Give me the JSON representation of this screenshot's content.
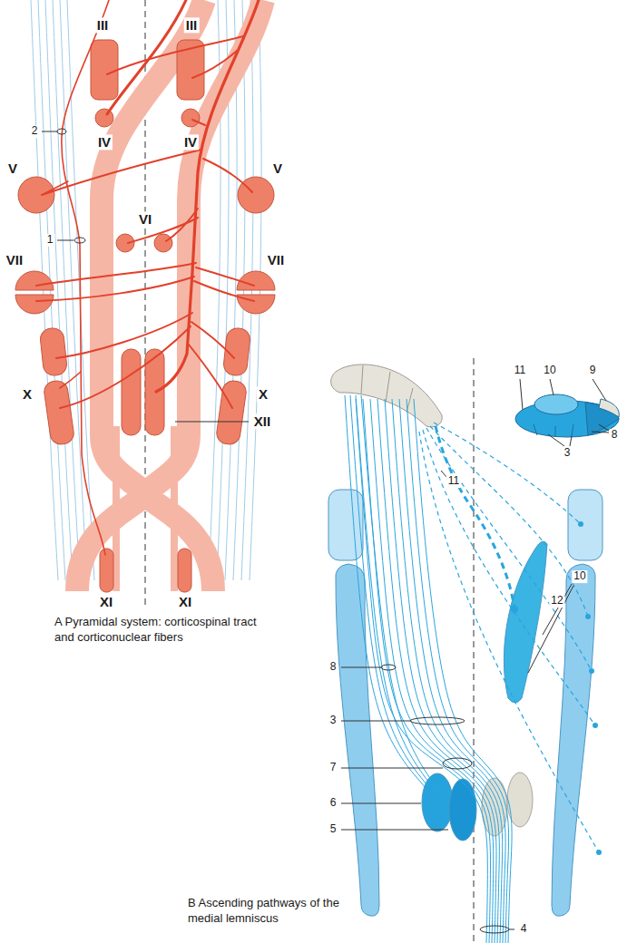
{
  "diagram": {
    "labels": [
      "III",
      "III",
      "IV",
      "IV",
      "V",
      "V",
      "VI",
      "VII",
      "VII",
      "X",
      "X",
      "XII",
      "XI",
      "XI",
      "2",
      "1",
      "A Pyramidal system: corticospinal tract and corticonuclear fibers",
      "11",
      "10",
      "9",
      "8",
      "3",
      "11",
      "12",
      "10",
      "8",
      "3",
      "7",
      "6",
      "5",
      "4",
      "B Ascending pathways of the medial lemniscus"
    ]
  }
}
